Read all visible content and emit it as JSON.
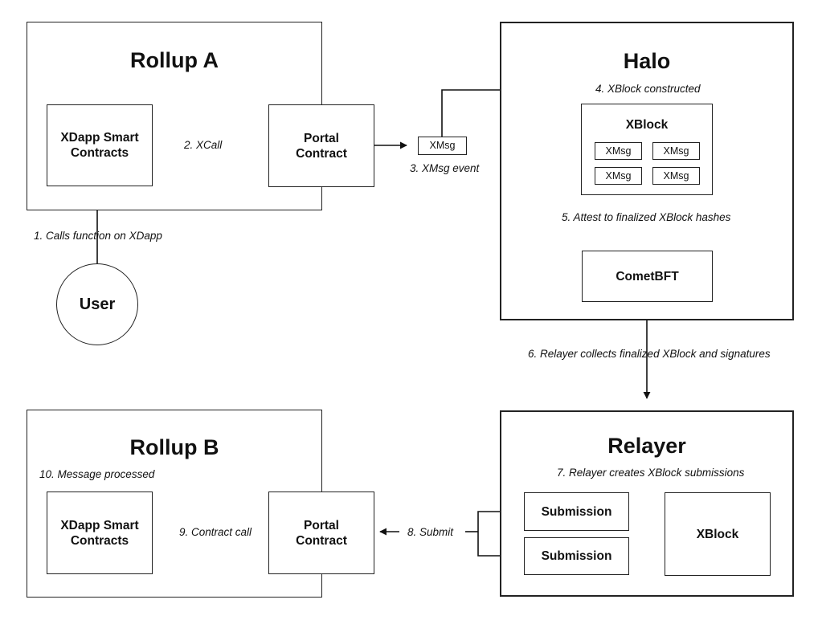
{
  "rollup_a": {
    "title": "Rollup A",
    "xdapp": "XDapp Smart\nContracts",
    "portal": "Portal\nContract"
  },
  "halo": {
    "title": "Halo",
    "xblock_title": "XBlock",
    "xmsgs": [
      "XMsg",
      "XMsg",
      "XMsg",
      "XMsg"
    ],
    "cometbft": "CometBFT"
  },
  "user": {
    "label": "User"
  },
  "xmsg_event_chip": "XMsg",
  "relayer": {
    "title": "Relayer",
    "submissions": [
      "Submission",
      "Submission"
    ],
    "xblock": "XBlock"
  },
  "rollup_b": {
    "title": "Rollup B",
    "xdapp": "XDapp Smart\nContracts",
    "portal": "Portal\nContract"
  },
  "steps": {
    "s1": "1.  Calls function on XDapp",
    "s2": "2.  XCall",
    "s3": "3.  XMsg event",
    "s4": "4.  XBlock constructed",
    "s5": "5.  Attest to finalized XBlock hashes",
    "s6": "6.  Relayer collects finalized XBlock and signatures",
    "s7": "7.  Relayer creates XBlock submissions",
    "s8": "8.  Submit",
    "s9": "9.  Contract call",
    "s10": "10.  Message processed"
  }
}
